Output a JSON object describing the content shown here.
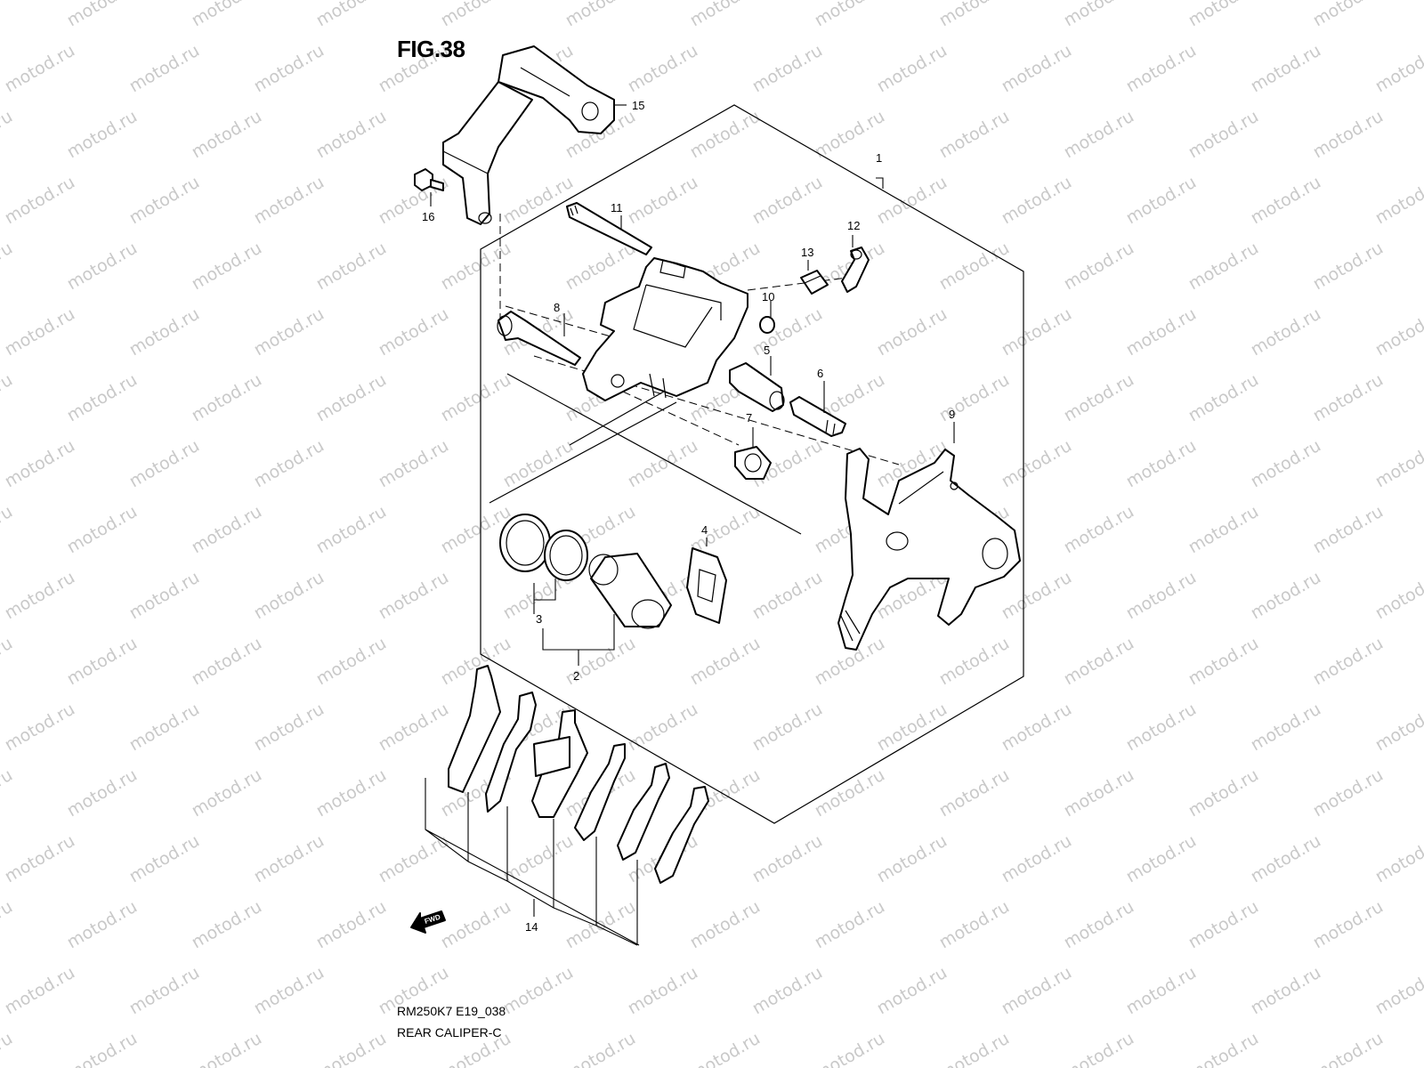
{
  "figure": {
    "title": "FIG.38",
    "model_code": "RM250K7 E19_038",
    "name": "REAR CALIPER-C"
  },
  "watermark": {
    "text": "motod.ru"
  },
  "callouts": [
    "1",
    "2",
    "3",
    "4",
    "5",
    "6",
    "7",
    "8",
    "9",
    "10",
    "11",
    "12",
    "13",
    "14",
    "15",
    "16"
  ],
  "fwd_label": "FWD"
}
